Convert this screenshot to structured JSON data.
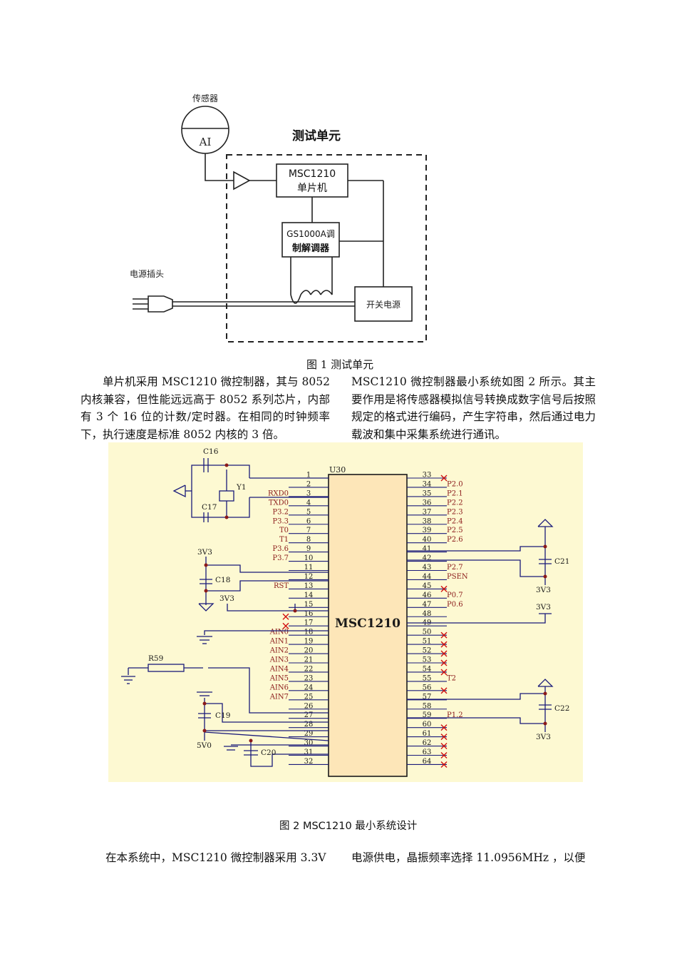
{
  "figure1": {
    "sensor_label": "传感器",
    "sensor_symbol": "AI",
    "title": "测试单元",
    "mcu_line1": "MSC1210",
    "mcu_line2": "单片机",
    "modem_line1": "GS1000A调",
    "modem_line2": "制解调器",
    "plug_label": "电源插头",
    "psu_label": "开关电源",
    "caption": "图 1 测试单元"
  },
  "left_paragraph": "单片机采用 MSC1210 微控制器，其与 8052 内核兼容，但性能远远高于 8052 系列芯片，内部有 3 个 16 位的计数/定时器。在相同的时钟频率下，执行速度是标准 8052 内核的 3 倍。",
  "right_paragraph": "MSC1210 微控制器最小系统如图 2 所示。其主要作用是将传感器模拟信号转换成数字信号后按照规定的格式进行编码，产生字符串，然后通过电力载波和集中采集系统进行通讯。",
  "figure2": {
    "chip_ref": "U30",
    "chip_name": "MSC1210",
    "left_pins": [
      {
        "n": "1",
        "s": ""
      },
      {
        "n": "2",
        "s": ""
      },
      {
        "n": "3",
        "s": "RXD0"
      },
      {
        "n": "4",
        "s": "TXD0"
      },
      {
        "n": "5",
        "s": "P3.2"
      },
      {
        "n": "6",
        "s": "P3.3"
      },
      {
        "n": "7",
        "s": "T0"
      },
      {
        "n": "8",
        "s": "T1"
      },
      {
        "n": "9",
        "s": "P3.6"
      },
      {
        "n": "10",
        "s": "P3.7"
      },
      {
        "n": "11",
        "s": ""
      },
      {
        "n": "12",
        "s": ""
      },
      {
        "n": "13",
        "s": "RST"
      },
      {
        "n": "14",
        "s": ""
      },
      {
        "n": "15",
        "s": ""
      },
      {
        "n": "16",
        "s": ""
      },
      {
        "n": "17",
        "s": ""
      },
      {
        "n": "18",
        "s": "AIN0"
      },
      {
        "n": "19",
        "s": "AIN1"
      },
      {
        "n": "20",
        "s": "AIN2"
      },
      {
        "n": "21",
        "s": "AIN3"
      },
      {
        "n": "22",
        "s": "AIN4"
      },
      {
        "n": "23",
        "s": "AIN5"
      },
      {
        "n": "24",
        "s": "AIN6"
      },
      {
        "n": "25",
        "s": "AIN7"
      },
      {
        "n": "26",
        "s": ""
      },
      {
        "n": "27",
        "s": ""
      },
      {
        "n": "28",
        "s": ""
      },
      {
        "n": "29",
        "s": ""
      },
      {
        "n": "30",
        "s": ""
      },
      {
        "n": "31",
        "s": ""
      },
      {
        "n": "32",
        "s": ""
      }
    ],
    "right_pins": [
      {
        "n": "33",
        "s": ""
      },
      {
        "n": "34",
        "s": "P2.0"
      },
      {
        "n": "35",
        "s": "P2.1"
      },
      {
        "n": "36",
        "s": "P2.2"
      },
      {
        "n": "37",
        "s": "P2.3"
      },
      {
        "n": "38",
        "s": "P2.4"
      },
      {
        "n": "39",
        "s": "P2.5"
      },
      {
        "n": "40",
        "s": "P2.6"
      },
      {
        "n": "41",
        "s": ""
      },
      {
        "n": "42",
        "s": ""
      },
      {
        "n": "43",
        "s": "P2.7"
      },
      {
        "n": "44",
        "s": "PSEN"
      },
      {
        "n": "45",
        "s": ""
      },
      {
        "n": "46",
        "s": "P0.7"
      },
      {
        "n": "47",
        "s": "P0.6"
      },
      {
        "n": "48",
        "s": ""
      },
      {
        "n": "49",
        "s": ""
      },
      {
        "n": "50",
        "s": ""
      },
      {
        "n": "51",
        "s": ""
      },
      {
        "n": "52",
        "s": ""
      },
      {
        "n": "53",
        "s": ""
      },
      {
        "n": "54",
        "s": ""
      },
      {
        "n": "55",
        "s": "T2"
      },
      {
        "n": "56",
        "s": ""
      },
      {
        "n": "57",
        "s": ""
      },
      {
        "n": "58",
        "s": ""
      },
      {
        "n": "59",
        "s": "P1.2"
      },
      {
        "n": "60",
        "s": ""
      },
      {
        "n": "61",
        "s": ""
      },
      {
        "n": "62",
        "s": ""
      },
      {
        "n": "63",
        "s": ""
      },
      {
        "n": "64",
        "s": ""
      }
    ],
    "labels": {
      "c16": "C16",
      "c17": "C17",
      "y1": "Y1",
      "v3_a": "3V3",
      "c18": "C18",
      "v3_b": "3V3",
      "r59": "R59",
      "c19": "C19",
      "v5": "5V0",
      "c20": "C20",
      "c21": "C21",
      "v3_c": "3V3",
      "v3_d": "3V3",
      "c22": "C22",
      "v3_e": "3V3"
    },
    "colors": {
      "background": "#fdf9d2",
      "chip_fill": "#fde6b8",
      "wire": "#1a1a7a",
      "pin_label": "#8b1a1a",
      "no_connect": "#d01010"
    }
  },
  "caption2": "图 2   MSC1210 最小系统设计",
  "bottom_left": "在本系统中，MSC1210 微控制器采用 3.3V",
  "bottom_right": "电源供电，晶振频率选择 11.0956MHz ，以便"
}
